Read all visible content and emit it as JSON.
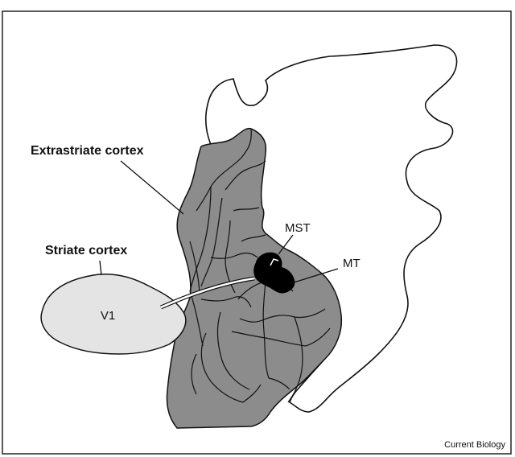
{
  "figure": {
    "labels": {
      "extrastriate": "Extrastriate cortex",
      "striate": "Striate cortex",
      "v1": "V1",
      "mst": "MST",
      "mt": "MT"
    },
    "credit": "Current Biology",
    "colors": {
      "frame": "#222222",
      "outline": "#111111",
      "brain_fill": "#ffffff",
      "extrastriate_fill": "#8c8c8c",
      "v1_fill": "#e4e4e4",
      "mt_mst_fill": "#000000"
    }
  }
}
